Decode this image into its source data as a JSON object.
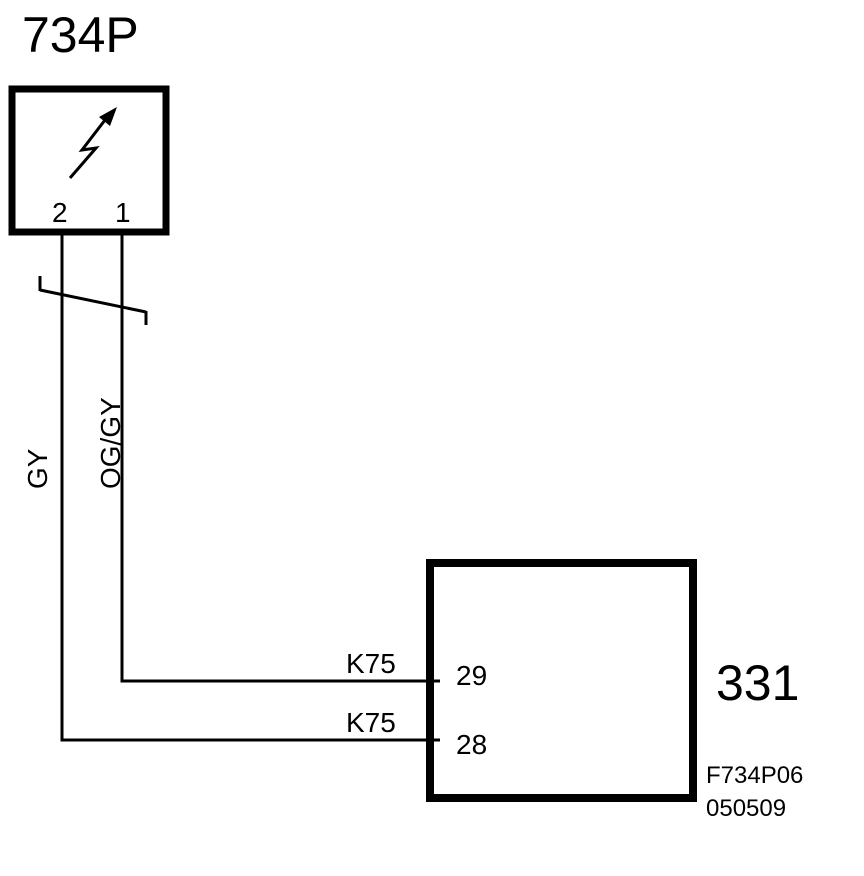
{
  "components": {
    "sensor": {
      "id": "734P",
      "pin_left": "2",
      "pin_right": "1",
      "symbol_icon": "lightning-arrow-icon"
    },
    "module": {
      "id": "331",
      "pin_upper": "29",
      "pin_lower": "28"
    }
  },
  "wires": {
    "gray": {
      "color_code": "GY",
      "connector": "K75"
    },
    "orange_gray": {
      "color_code": "OG/GY",
      "connector": "K75"
    }
  },
  "figure_code": {
    "line1": "F734P06",
    "line2": "050509"
  }
}
